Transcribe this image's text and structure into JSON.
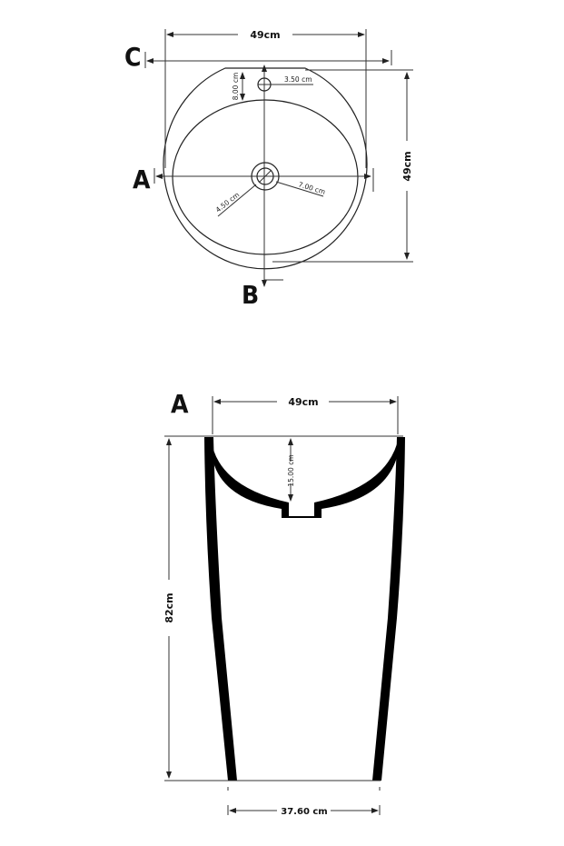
{
  "top_view": {
    "width_label": "49cm",
    "depth_label": "49cm",
    "tap_hole_offset_label": "8.00 cm",
    "tap_hole_diameter_label": "3.50 cm",
    "drain_radius_label": "4.50 cm",
    "drain_outer_label": "7.00 cm",
    "section_markers": {
      "a": "A",
      "b": "B",
      "c": "C"
    }
  },
  "side_view": {
    "section_label": "A",
    "top_width_label": "49cm",
    "height_label": "82cm",
    "bowl_depth_label": "15.00 cm",
    "base_width_label": "37.60 cm"
  },
  "colors": {
    "line": "#222222",
    "fill": "#000000",
    "background": "#ffffff"
  }
}
